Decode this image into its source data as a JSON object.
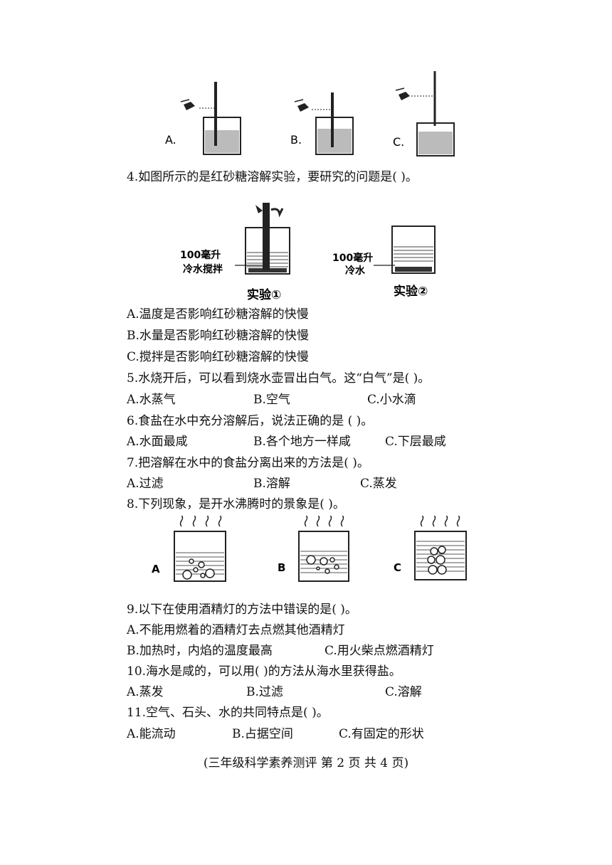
{
  "figure_thermometer": {
    "labels": [
      "A.",
      "B.",
      "C."
    ]
  },
  "q4": {
    "text": "4.如图所示的是红砂糖溶解实验，要研究的问题是(      )。",
    "figure": {
      "exp1_label": "实验①",
      "exp2_label": "实验②",
      "exp1_note_line1": "100毫升",
      "exp1_note_line2": "冷水搅拌",
      "exp2_note_line1": "100毫升",
      "exp2_note_line2": "冷水"
    },
    "options": [
      "A.温度是否影响红砂糖溶解的快慢",
      "B.水量是否影响红砂糖溶解的快慢",
      "C.搅拌是否影响红砂糖溶解的快慢"
    ]
  },
  "q5": {
    "text": "5.水烧开后，可以看到烧水壶冒出白气。这“白气”是(      )。",
    "options": [
      "A.水蒸气",
      "B.空气",
      "C.小水滴"
    ]
  },
  "q6": {
    "text": "6.食盐在水中充分溶解后，说法正确的是 (      )。",
    "options": [
      "A.水面最咸",
      "B.各个地方一样咸",
      "C.下层最咸"
    ]
  },
  "q7": {
    "text": "7.把溶解在水中的食盐分离出来的方法是(      )。",
    "options": [
      "A.过滤",
      "B.溶解",
      "C.蒸发"
    ]
  },
  "q8": {
    "text": "8.下列现象，是开水沸腾时的景象是(      )。",
    "figure_labels": [
      "A",
      "B",
      "C"
    ]
  },
  "q9": {
    "text": "9.以下在使用酒精灯的方法中错误的是(      )。",
    "options": [
      "A.不能用燃着的酒精灯去点燃其他酒精灯",
      "B.加热时，内焰的温度最高",
      "C.用火柴点燃酒精灯"
    ]
  },
  "q10": {
    "text": "10.海水是咸的，可以用(      )的方法从海水里获得盐。",
    "options": [
      "A.蒸发",
      "B.过滤",
      "C.溶解"
    ]
  },
  "q11": {
    "text": "11.空气、石头、水的共同特点是(      )。",
    "options": [
      "A.能流动",
      "B.占据空间",
      "C.有固定的形状"
    ]
  },
  "footer": "(三年级科学素养测评 第 2 页 共 4 页)"
}
